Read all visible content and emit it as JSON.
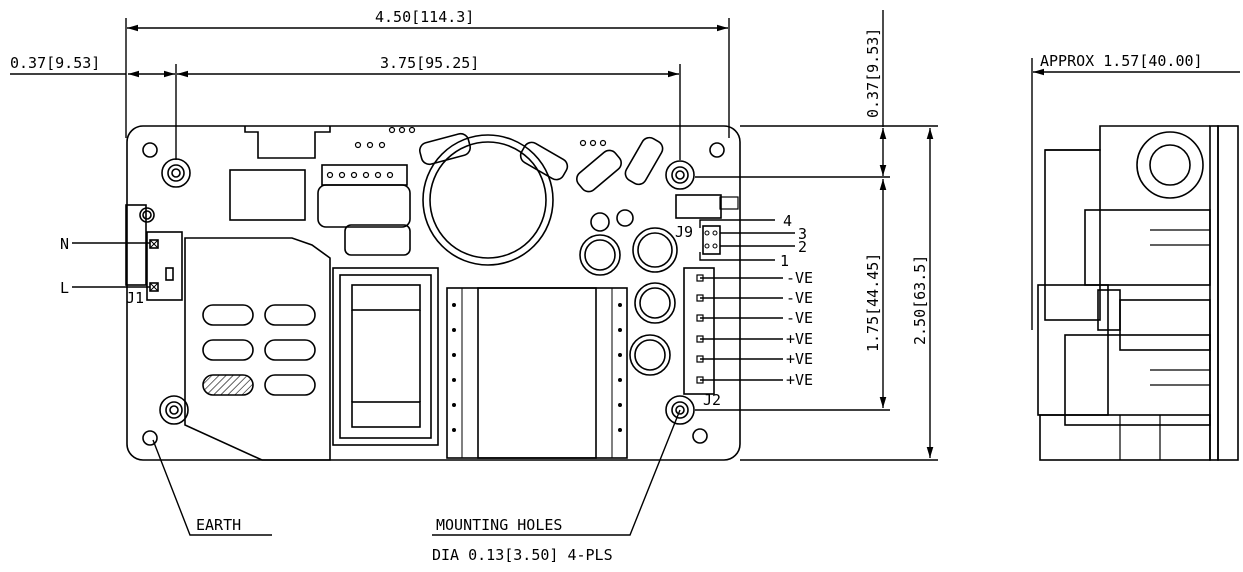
{
  "dimensions": {
    "overall_width": "4.50[114.3]",
    "hole_offset_x": "0.37[9.53]",
    "hole_spacing_x": "3.75[95.25]",
    "hole_offset_y": "0.37[9.53]",
    "hole_spacing_y": "1.75[44.45]",
    "overall_height": "2.50[63.5]",
    "side_height": "APPROX 1.57[40.00]"
  },
  "input_connector": {
    "name": "J1",
    "pins": [
      "N",
      "L"
    ]
  },
  "control_connector": {
    "name": "J9",
    "pins": [
      "4",
      "3",
      "2",
      "1"
    ]
  },
  "output_connector": {
    "name": "J2",
    "pins": [
      "-VE",
      "-VE",
      "-VE",
      "+VE",
      "+VE",
      "+VE"
    ]
  },
  "callouts": {
    "earth": "EARTH",
    "mounting_title": "MOUNTING HOLES",
    "mounting_spec": "DIA 0.13[3.50] 4-PLS"
  }
}
